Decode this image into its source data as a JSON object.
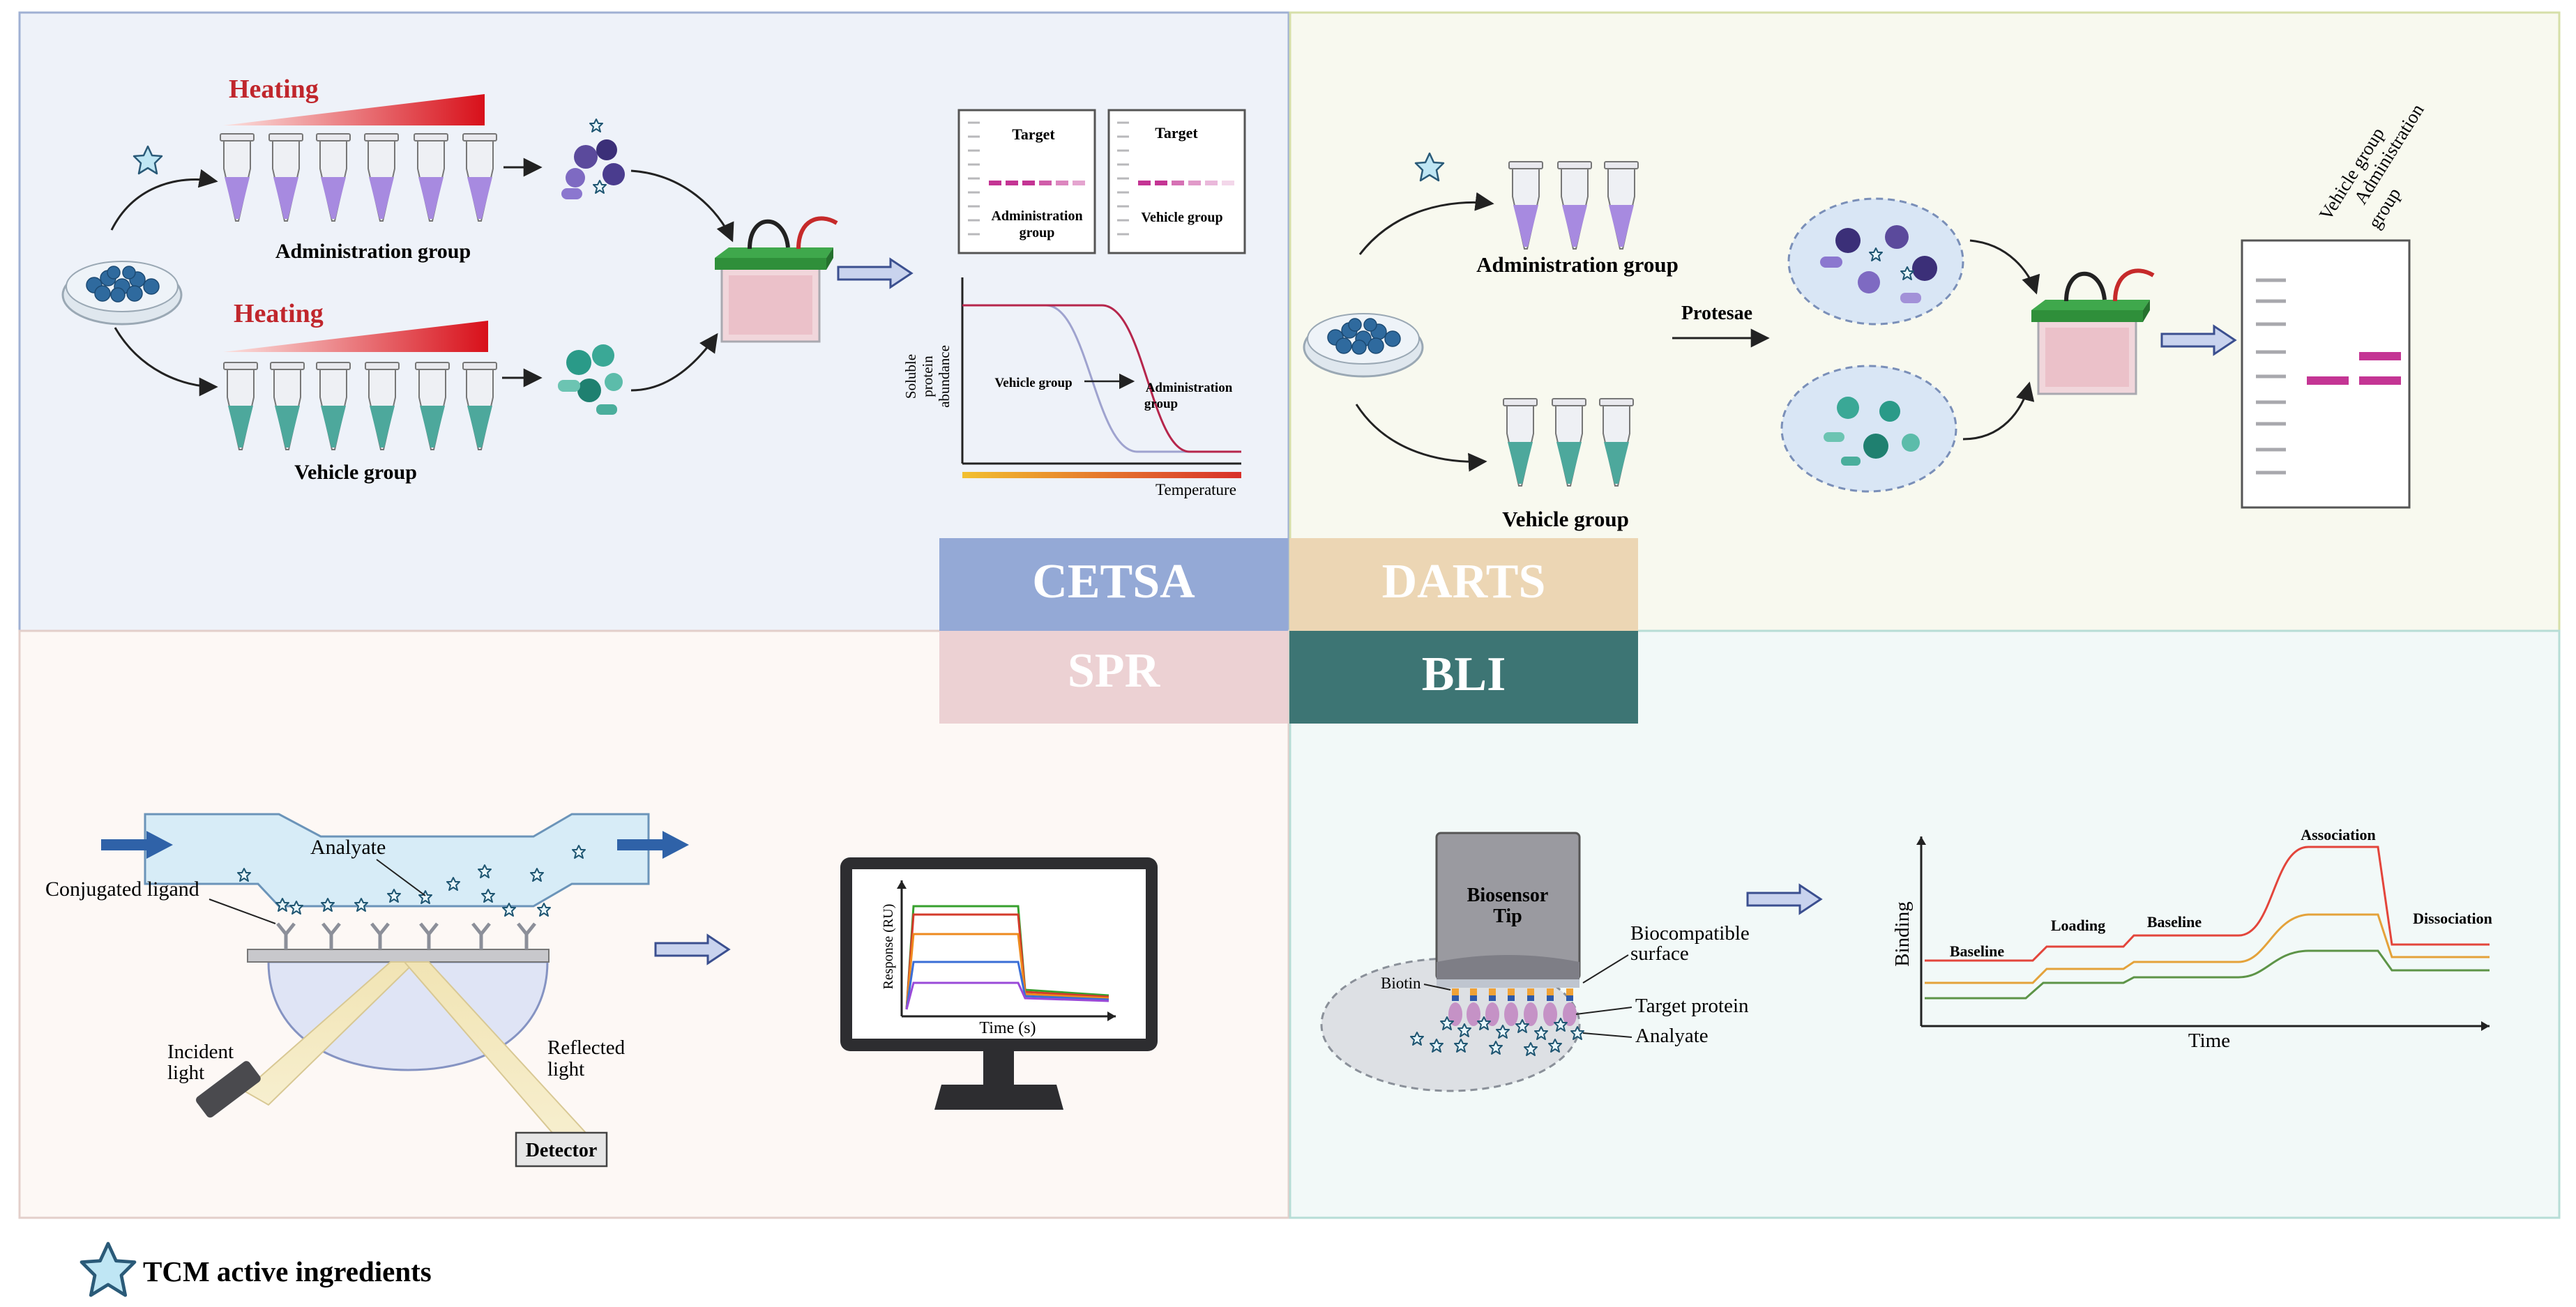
{
  "colors": {
    "cetsa_bg": "#eef2f9",
    "darts_bg": "#f8f9ef",
    "spr_bg": "#fdf8f5",
    "bli_bg": "#f2f9f8",
    "cetsa_label": "#94a9d6",
    "darts_label": "#ecd6b4",
    "spr_label": "#ecd1d3",
    "bli_label": "#3d7574",
    "administration": "#a78ae0",
    "vehicle": "#4da89c",
    "band": "#c43594",
    "heating": "#c0262c"
  },
  "labels": {
    "cetsa": "CETSA",
    "darts": "DARTS",
    "spr": "SPR",
    "bli": "BLI"
  },
  "cetsa": {
    "heating_top": "Heating",
    "heating_bottom": "Heating",
    "administration_group": "Administration group",
    "vehicle_group": "Vehicle group",
    "blot_target_1": "Target",
    "blot_group_1a": "Administration",
    "blot_group_1b": "group",
    "blot_target_2": "Target",
    "blot_group_2": "Vehicle group",
    "curve_ylabel_1": "Soluble",
    "curve_ylabel_2": "protein",
    "curve_ylabel_3": "abundance",
    "curve_vehicle": "Vehicle group",
    "curve_admin_1": "Administration",
    "curve_admin_2": "group",
    "curve_xlabel": "Temperature"
  },
  "darts": {
    "administration_group": "Administration group",
    "vehicle_group": "Vehicle group",
    "protease": "Protesae",
    "lane_vehicle": "Vehicle group",
    "lane_admin_1": "Administration",
    "lane_admin_2": "group"
  },
  "spr": {
    "analyte": "Analyate",
    "ligand": "Conjugated ligand",
    "incident_1": "Incident",
    "incident_2": "light",
    "reflected_1": "Reflected",
    "reflected_2": "light",
    "detector": "Detector",
    "ylabel": "Response (RU)",
    "xlabel": "Time (s)"
  },
  "bli": {
    "tip_1": "Biosensor",
    "tip_2": "Tip",
    "biotin": "Biotin",
    "surface_1": "Biocompatible",
    "surface_2": "surface",
    "target": "Target protein",
    "analyte": "Analyate",
    "ylabel": "Binding",
    "xlabel": "Time",
    "phase_baseline_1": "Baseline",
    "phase_loading": "Loading",
    "phase_baseline_2": "Baseline",
    "phase_association": "Association",
    "phase_dissociation": "Dissociation"
  },
  "legend": {
    "text": "TCM active ingredients"
  }
}
